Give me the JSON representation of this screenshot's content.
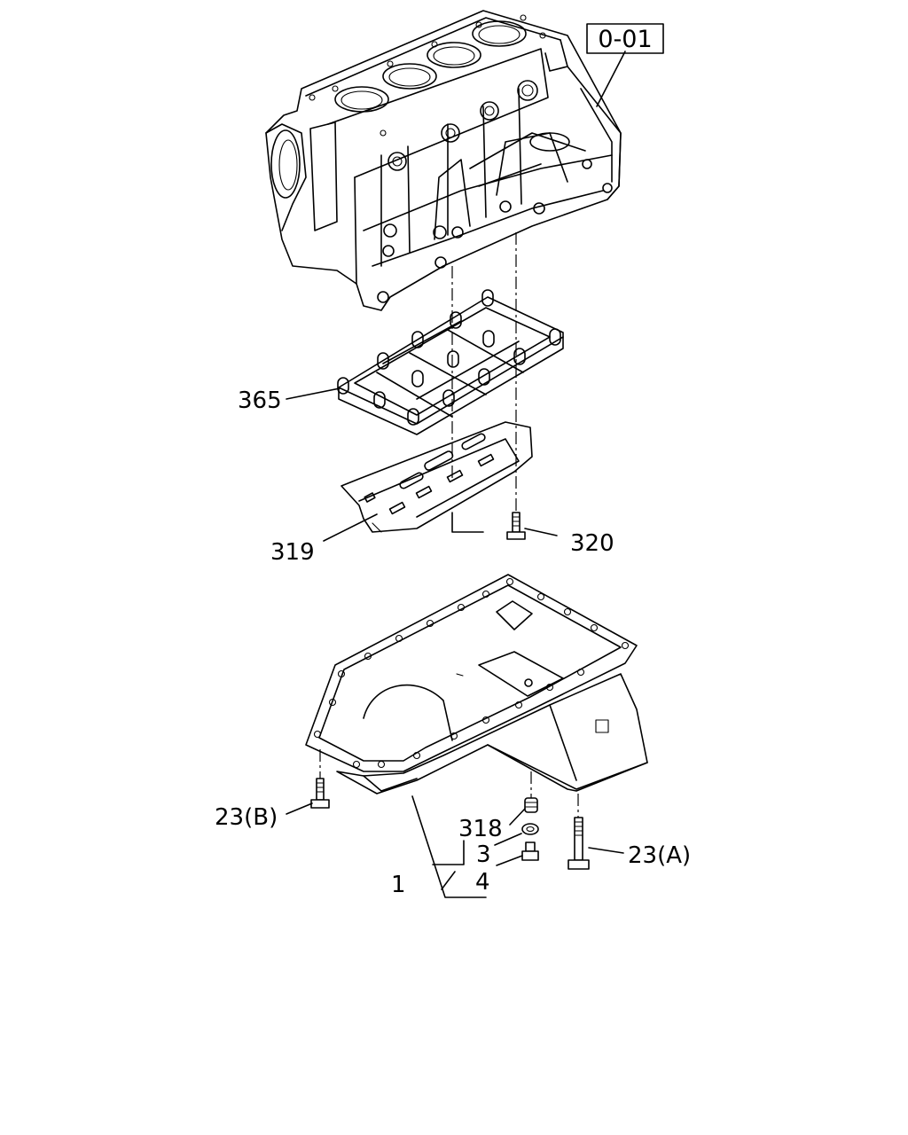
{
  "diagram": {
    "reference_box": "0-01",
    "callouts": {
      "oil_pan_assembly": "1",
      "washer": "3",
      "drain_plug": "4",
      "bolt_a": "23(A)",
      "bolt_b": "23(B)",
      "plug_insert": "318",
      "baffle_plate": "319",
      "baffle_bolt": "320",
      "bearing_beam": "365"
    }
  }
}
